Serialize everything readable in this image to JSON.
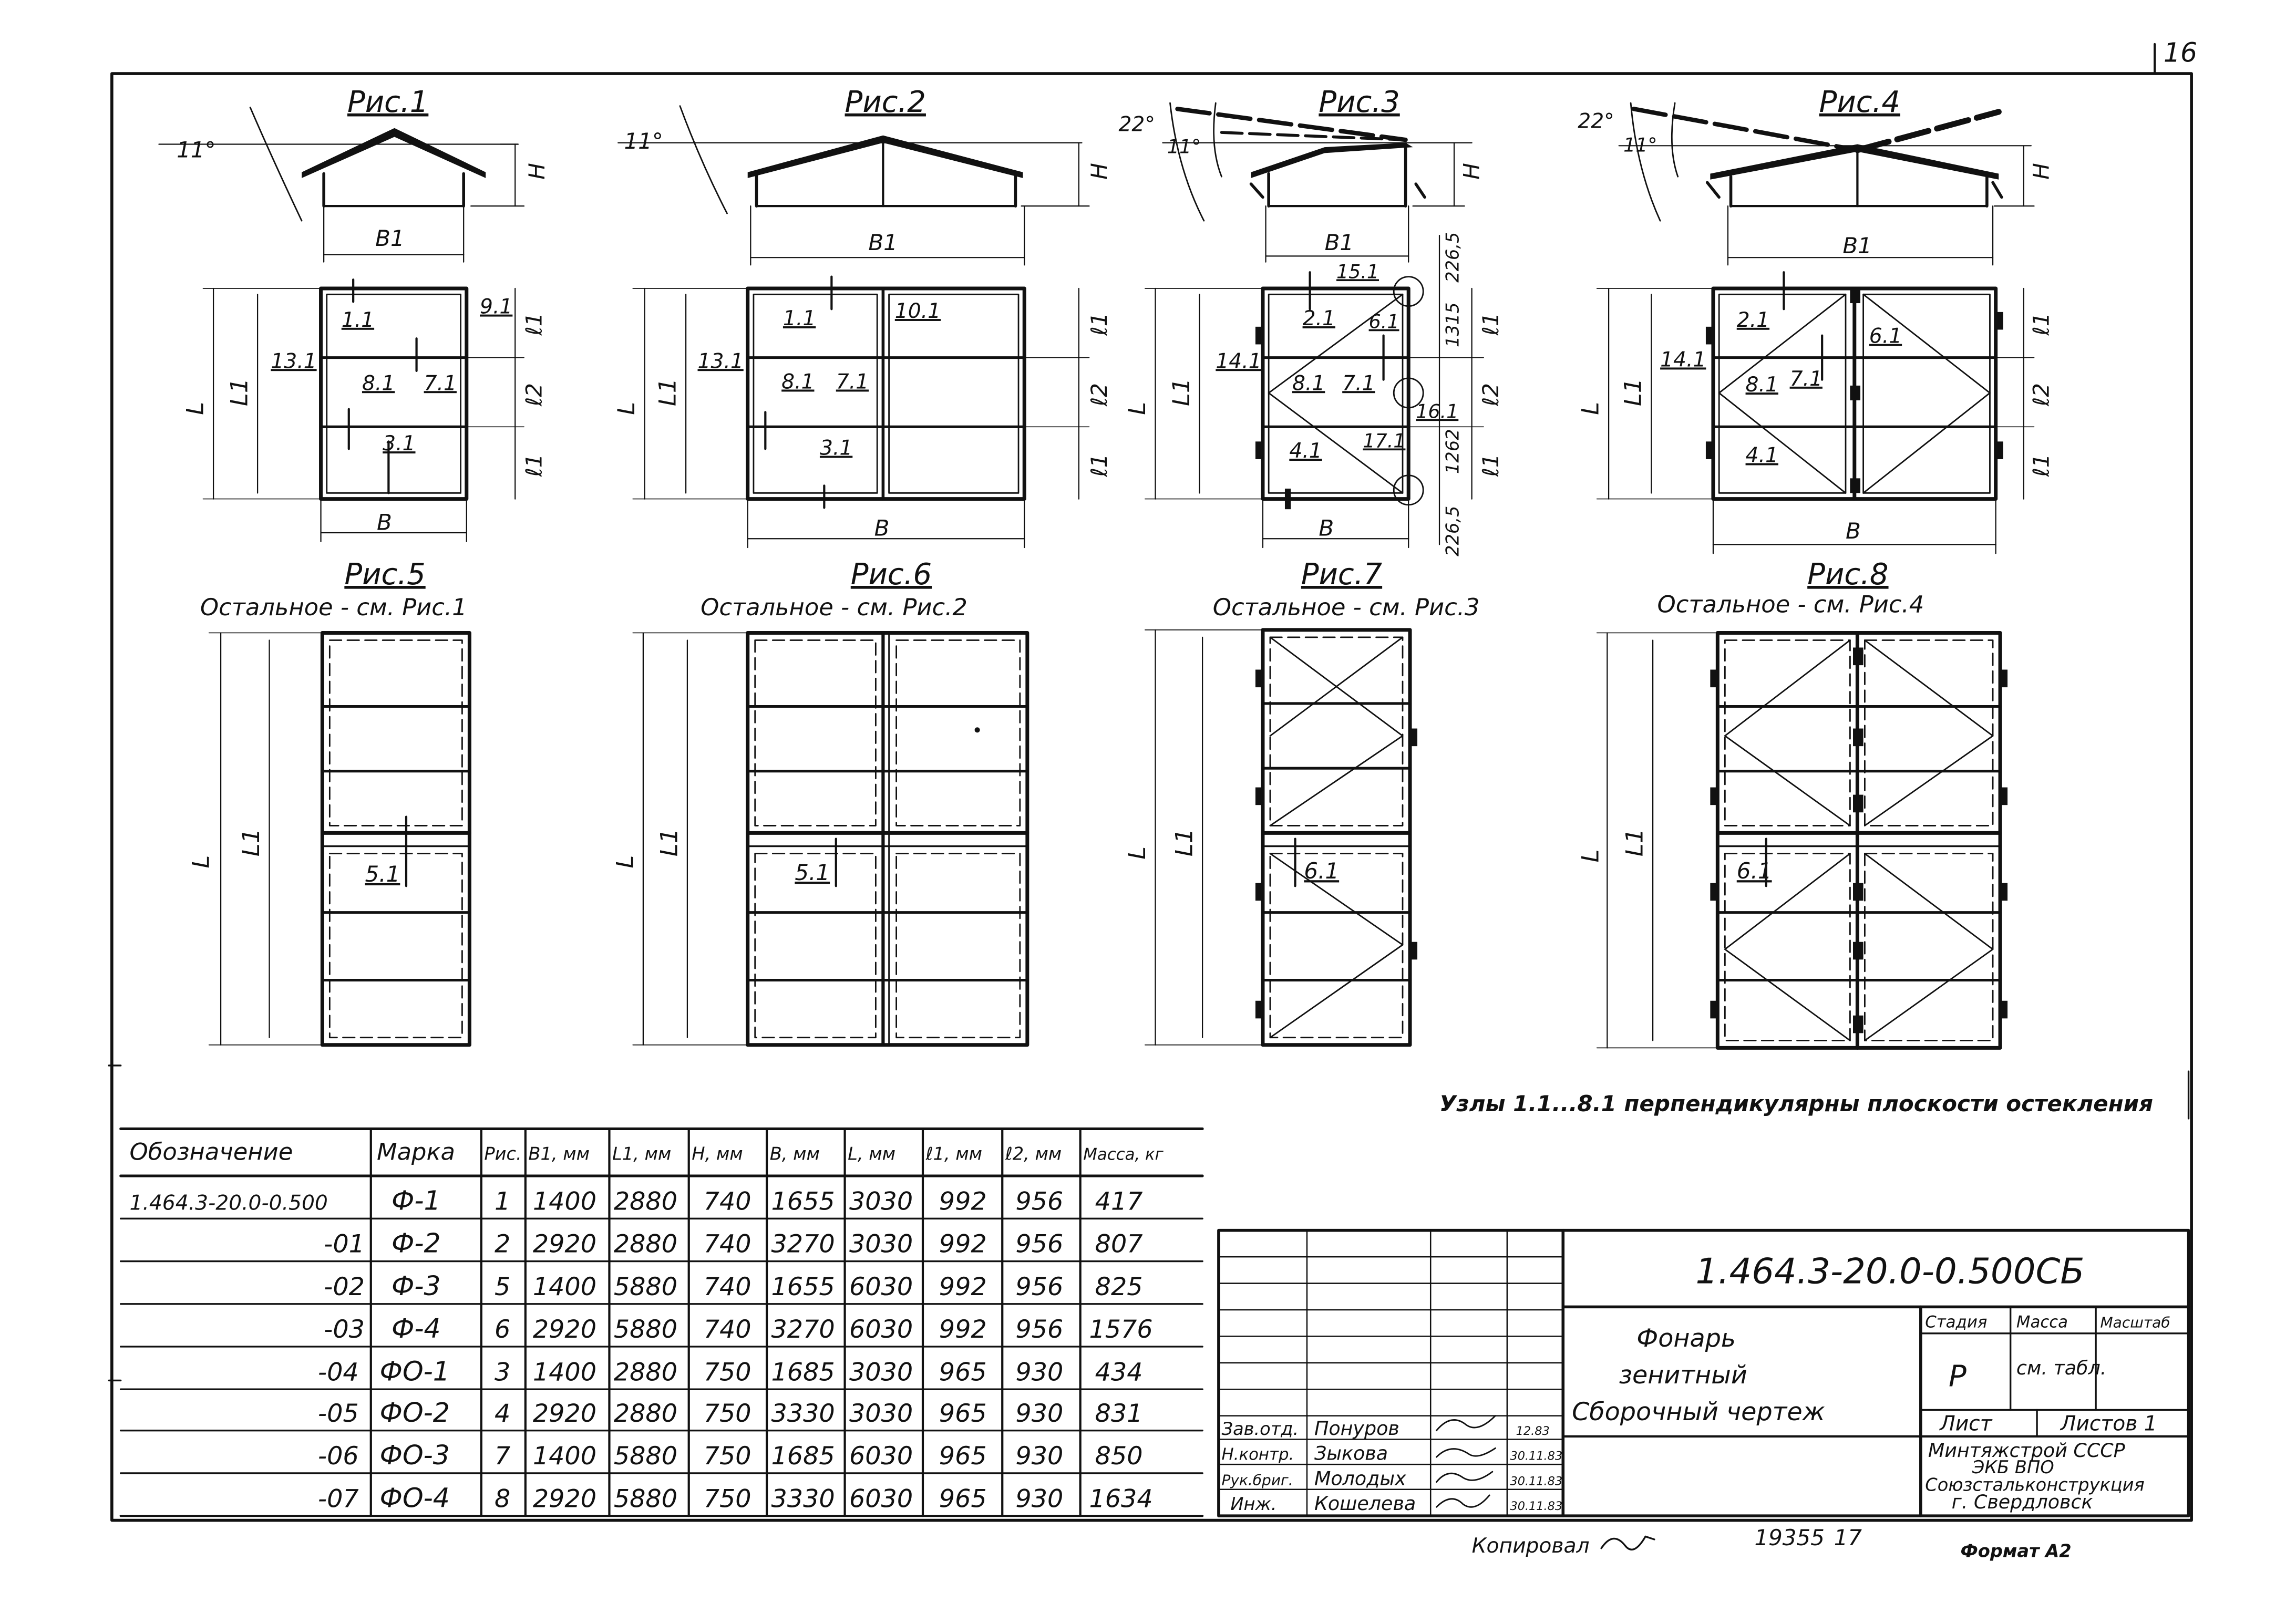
{
  "sheet_number": "16",
  "figures": [
    {
      "title": "Рис.1",
      "angle_low": "11°",
      "dim_height": "H",
      "dim_width": "B1",
      "plan_labels": [
        "1.1",
        "9.1",
        "13.1",
        "8.1",
        "7.1",
        "3.1"
      ],
      "dim_plan_width": "B",
      "dim_length": "L",
      "dim_length_inner": "L1",
      "dim_rows": [
        "ℓ1",
        "ℓ2",
        "ℓ1"
      ]
    },
    {
      "title": "Рис.2",
      "angle_low": "11°",
      "dim_height": "H",
      "dim_width": "B1",
      "plan_labels": [
        "1.1",
        "10.1",
        "13.1",
        "8.1",
        "7.1",
        "3.1"
      ],
      "dim_plan_width": "B",
      "dim_length": "L",
      "dim_length_inner": "L1",
      "dim_rows": [
        "ℓ1",
        "ℓ2",
        "ℓ1"
      ]
    },
    {
      "title": "Рис.3",
      "angle_low": "11°",
      "angle_high": "22°",
      "dim_height": "H",
      "dim_width": "B1",
      "plan_labels": [
        "15.1",
        "2.1",
        "6.1",
        "14.1",
        "8.1",
        "7.1",
        "16.1",
        "4.1",
        "17.1"
      ],
      "dim_values": [
        "226,5",
        "1315",
        "1262",
        "226,5"
      ],
      "dim_plan_width": "B",
      "dim_length": "L",
      "dim_length_inner": "L1",
      "dim_rows": [
        "ℓ1",
        "ℓ2",
        "ℓ1"
      ]
    },
    {
      "title": "Рис.4",
      "angle_low": "11°",
      "angle_high": "22°",
      "dim_height": "H",
      "dim_width": "B1",
      "plan_labels": [
        "2.1",
        "6.1",
        "14.1",
        "8.1",
        "7.1",
        "4.1"
      ],
      "dim_plan_width": "B",
      "dim_length": "L",
      "dim_length_inner": "L1",
      "dim_rows": [
        "ℓ1",
        "ℓ2",
        "ℓ1"
      ]
    },
    {
      "title": "Рис.5",
      "subtitle": "Остальное - см. Рис.1",
      "node_label": "5.1",
      "dim_length": "L",
      "dim_length_inner": "L1"
    },
    {
      "title": "Рис.6",
      "subtitle": "Остальное - см. Рис.2",
      "node_label": "5.1",
      "dim_length": "L",
      "dim_length_inner": "L1"
    },
    {
      "title": "Рис.7",
      "subtitle": "Остальное - см. Рис.3",
      "node_label": "6.1",
      "dim_length": "L",
      "dim_length_inner": "L1"
    },
    {
      "title": "Рис.8",
      "subtitle": "Остальное - см. Рис.4",
      "node_label": "6.1",
      "dim_length": "L",
      "dim_length_inner": "L1"
    }
  ],
  "note": "Узлы 1.1...8.1 перпендикулярны плоскости остекления",
  "spec_table": {
    "headers": [
      "Обозначение",
      "Марка",
      "Рис.",
      "B1, мм",
      "L1, мм",
      "H, мм",
      "B, мм",
      "L, мм",
      "ℓ1, мм",
      "ℓ2, мм",
      "Масса, кг"
    ],
    "rows": [
      [
        "1.464.3-20.0-0.500",
        "Ф-1",
        "1",
        "1400",
        "2880",
        "740",
        "1655",
        "3030",
        "992",
        "956",
        "417"
      ],
      [
        "-01",
        "Ф-2",
        "2",
        "2920",
        "2880",
        "740",
        "3270",
        "3030",
        "992",
        "956",
        "807"
      ],
      [
        "-02",
        "Ф-3",
        "5",
        "1400",
        "5880",
        "740",
        "1655",
        "6030",
        "992",
        "956",
        "825"
      ],
      [
        "-03",
        "Ф-4",
        "6",
        "2920",
        "5880",
        "740",
        "3270",
        "6030",
        "992",
        "956",
        "1576"
      ],
      [
        "-04",
        "ФО-1",
        "3",
        "1400",
        "2880",
        "750",
        "1685",
        "3030",
        "965",
        "930",
        "434"
      ],
      [
        "-05",
        "ФО-2",
        "4",
        "2920",
        "2880",
        "750",
        "3330",
        "3030",
        "965",
        "930",
        "831"
      ],
      [
        "-06",
        "ФО-3",
        "7",
        "1400",
        "5880",
        "750",
        "1685",
        "6030",
        "965",
        "930",
        "850"
      ],
      [
        "-07",
        "ФО-4",
        "8",
        "2920",
        "5880",
        "750",
        "3330",
        "6030",
        "965",
        "930",
        "1634"
      ]
    ]
  },
  "title_block": {
    "doc_code": "1.464.3-20.0-0.500СБ",
    "name_lines": [
      "Фонарь",
      "зенитный",
      "Сборочный чертеж"
    ],
    "stage_header": "Стадия",
    "mass_header": "Масса",
    "scale_header": "Масштаб",
    "stage": "Р",
    "mass_value": "см. табл.",
    "sheet_label": "Лист",
    "sheets_label": "Листов 1",
    "org_lines": [
      "Минтяжстрой СССР",
      "ЭКБ ВПО",
      "Союзстальконструкция",
      "г. Свердловск"
    ],
    "signatures": [
      {
        "role": "Зав.отд.",
        "name": "Понуров",
        "date": "12.83"
      },
      {
        "role": "Н.контр.",
        "name": "Зыкова",
        "date": "30.11.83"
      },
      {
        "role": "Рук.бриг.",
        "name": "Молодых",
        "date": "30.11.83"
      },
      {
        "role": "Инж.",
        "name": "Кошелева",
        "date": "30.11.83"
      }
    ]
  },
  "copied_by": "Копировал",
  "archive_number": "19355",
  "archive_suffix": "17",
  "format": "Формат A2"
}
